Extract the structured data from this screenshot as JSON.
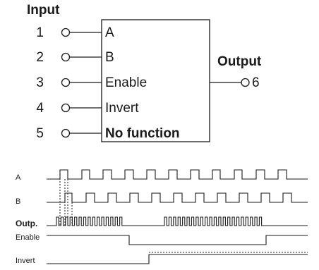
{
  "block": {
    "input_title": "Input",
    "output_title": "Output",
    "inputs": [
      {
        "pin": "1",
        "label": "A",
        "bold": false
      },
      {
        "pin": "2",
        "label": "B",
        "bold": false
      },
      {
        "pin": "3",
        "label": "Enable",
        "bold": false
      },
      {
        "pin": "4",
        "label": "Invert",
        "bold": false
      },
      {
        "pin": "5",
        "label": "No function",
        "bold": true
      }
    ],
    "output": {
      "pin": "6"
    }
  },
  "timing": {
    "signals": [
      {
        "label": "A",
        "bold": false
      },
      {
        "label": "B",
        "bold": false
      },
      {
        "label": "Outp.",
        "bold": true
      },
      {
        "label": "Enable",
        "bold": false
      },
      {
        "label": "Invert",
        "bold": false
      }
    ]
  }
}
